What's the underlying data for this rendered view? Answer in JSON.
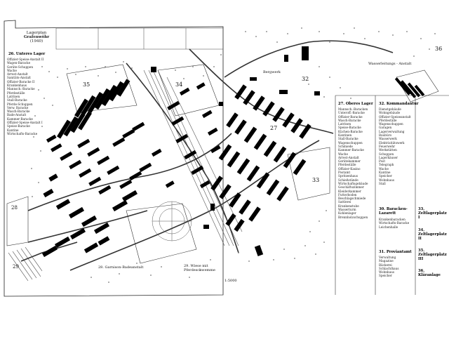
{
  "map": {
    "title_lines": [
      "Lagerplan",
      "Grafenwöhr",
      "(1940)"
    ],
    "scale": "1:5000",
    "labels": {
      "unteres_lager": "26. Unteres Lager",
      "oberes_lager": "27. Oberes Lager",
      "kommandantur": "32. Kommandantur",
      "garnison_bad": "28. Garnison-Badeanstalt",
      "wiese": "29. Wiese mit Pferdeschwemme",
      "baracken_lazarett": "30. Baracken-Lazarett",
      "proviantamt": "31. Proviantamt",
      "zeltlager_1": "33. Zeltlagerplatz I",
      "zeltlager_2": "34. Zeltlagerplatz II",
      "zeltlager_3": "35. Zeltlagerplatz III",
      "klaranlage": "36. Kläranlage",
      "bergwerk": "Bergwerk",
      "wasserleitungs": "Wasserleitungs - Anstalt",
      "num_35": "35",
      "num_34": "34",
      "num_33": "33",
      "num_32": "32",
      "num_36": "36",
      "num_28": "28",
      "num_29": "29",
      "num_27": "27"
    },
    "legend_unteres": [
      "Offizier-Speise-Anstalt II",
      "Wagen-Baracke",
      "Geräte-Schuppen",
      "Wache",
      "Arrest-Anstalt",
      "Sanitäts-Anstalt",
      "Offizier-Baracke II",
      "Krankenhaus",
      "Mannsch.-Baracke",
      "Pferdeställe",
      "Latrinen",
      "Stall-Baracke",
      "Pferde-Schuppen",
      "Verw. Baracke",
      "Wasch-Baracke",
      "Bade-Anstalt",
      "Kammer-Baracke",
      "Offizier-Speise-Anstalt I",
      "Speise-Baracke",
      "Kantine",
      "Wirtschafts-Baracke"
    ],
    "legend_oberes": [
      "Mannsch.-Baracken",
      "Unteroff.-Baracke",
      "Offizier-Baracke",
      "Wasch-Baracke",
      "Latrinen",
      "Speise-Baracke",
      "Küchen-Baracke",
      "Kantinen",
      "Stall-Baracke",
      "Wagenschuppen",
      "Schmiede",
      "Kammer-Baracke",
      "Wache",
      "Arrest-Anstalt",
      "Gerätekammer",
      "Pferdeställe",
      "Offizier-Kasino",
      "Postamt",
      "Spritzenhaus",
      "Schießstände",
      "Wirtschaftsgebäude",
      "Geschäftszimmer",
      "Kleiderkammer",
      "Futterboden",
      "Beschlagschmiede",
      "Sattlerei",
      "Krankenstube",
      "Wasserturm",
      "Kohlenlager",
      "Brennholzschuppen"
    ],
    "legend_kommandantur": [
      "Dienstgebäude",
      "Wohngebäude",
      "Offizier-Speiseanstalt",
      "Pferdeställe",
      "Wagenschuppen",
      "Garagen",
      "Lagerverwaltung",
      "Baubüro",
      "Wasserwerk",
      "Elektrizitätswerk",
      "Feuerwehr",
      "Werkstätten",
      "Schuppen",
      "Lagerhäuser",
      "Post",
      "Telegraph",
      "Wache",
      "Kantine",
      "Speicher",
      "Wohnhaus",
      "Stall"
    ],
    "legend_lazarett": [
      "Krankenbaracken",
      "Wirtschafts-Baracke",
      "Leichenhalle"
    ],
    "legend_proviant": [
      "Verwaltung",
      "Magazine",
      "Bäckerei",
      "Schlachthaus",
      "Wohnhaus",
      "Speicher"
    ]
  }
}
